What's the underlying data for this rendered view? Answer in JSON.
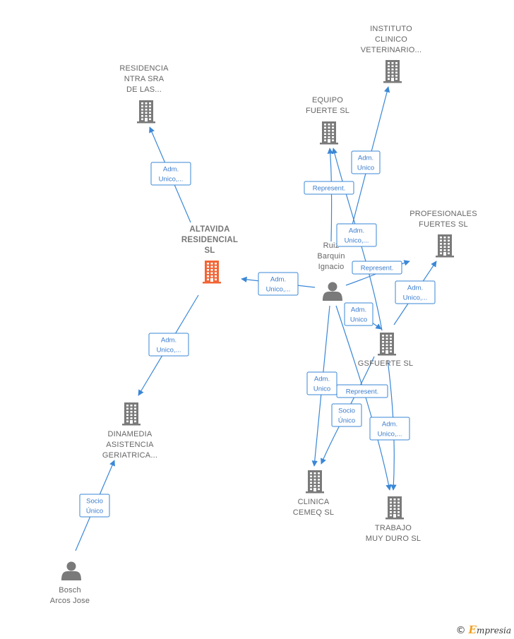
{
  "colors": {
    "edge": "#3a87d6",
    "node": "#7a7a7a",
    "main_node": "#f26535",
    "label": "#666666"
  },
  "nodes": [
    {
      "id": "altavida",
      "type": "company",
      "main": true,
      "lines": [
        "ALTAVIDA",
        "RESIDENCIAL",
        "SL"
      ]
    },
    {
      "id": "residencia",
      "type": "company",
      "lines": [
        "RESIDENCIA",
        "NTRA SRA",
        "DE LAS..."
      ]
    },
    {
      "id": "dinamedia",
      "type": "company",
      "lines": [
        "DINAMEDIA",
        "ASISTENCIA",
        "GERIATRICA..."
      ]
    },
    {
      "id": "bosch",
      "type": "person",
      "lines": [
        "Bosch",
        "Arcos Jose"
      ]
    },
    {
      "id": "ruiz",
      "type": "person",
      "lines": [
        "Ruiz",
        "Barquin",
        "Ignacio"
      ]
    },
    {
      "id": "instituto",
      "type": "company",
      "lines": [
        "INSTITUTO",
        "CLINICO",
        "VETERINARIO..."
      ]
    },
    {
      "id": "equipo",
      "type": "company",
      "lines": [
        "EQUIPO",
        "FUERTE  SL"
      ]
    },
    {
      "id": "profesionales",
      "type": "company",
      "lines": [
        "PROFESIONALES",
        "FUERTES  SL"
      ]
    },
    {
      "id": "gsfuerte",
      "type": "company",
      "lines": [
        "GSFUERTE  SL"
      ]
    },
    {
      "id": "clinica",
      "type": "company",
      "lines": [
        "CLINICA",
        "CEMEQ  SL"
      ]
    },
    {
      "id": "trabajo",
      "type": "company",
      "lines": [
        "TRABAJO",
        "MUY DURO  SL"
      ]
    }
  ],
  "edges": [
    {
      "from": "altavida",
      "to": "residencia",
      "lines": [
        "Adm.",
        "Unico,..."
      ]
    },
    {
      "from": "altavida",
      "to": "dinamedia",
      "lines": [
        "Adm.",
        "Unico,..."
      ]
    },
    {
      "from": "bosch",
      "to": "dinamedia",
      "lines": [
        "Socio",
        "Único"
      ]
    },
    {
      "from": "ruiz",
      "to": "altavida",
      "lines": [
        "Adm.",
        "Unico,..."
      ]
    },
    {
      "from": "ruiz",
      "to": "equipo",
      "lines": [
        "Represent."
      ]
    },
    {
      "from": "ruiz",
      "to": "instituto",
      "lines": [
        "Adm.",
        "Unico"
      ]
    },
    {
      "from": "gsfuerte",
      "to": "equipo",
      "lines": [
        "Adm.",
        "Unico,..."
      ]
    },
    {
      "from": "ruiz",
      "to": "profesionales",
      "lines": [
        "Represent."
      ]
    },
    {
      "from": "gsfuerte",
      "to": "profesionales",
      "lines": [
        "Adm.",
        "Unico,..."
      ]
    },
    {
      "from": "ruiz",
      "to": "gsfuerte",
      "lines": [
        "Adm.",
        "Unico"
      ]
    },
    {
      "from": "ruiz",
      "to": "clinica",
      "lines": [
        "Adm.",
        "Unico"
      ]
    },
    {
      "from": "ruiz",
      "to": "trabajo",
      "lines": [
        "Represent."
      ]
    },
    {
      "from": "gsfuerte",
      "to": "clinica",
      "lines": [
        "Socio",
        "Único"
      ]
    },
    {
      "from": "gsfuerte",
      "to": "trabajo",
      "lines": [
        "Adm.",
        "Unico,..."
      ]
    }
  ],
  "brand": {
    "symbol": "©",
    "initial": "E",
    "rest": "mpresia"
  }
}
